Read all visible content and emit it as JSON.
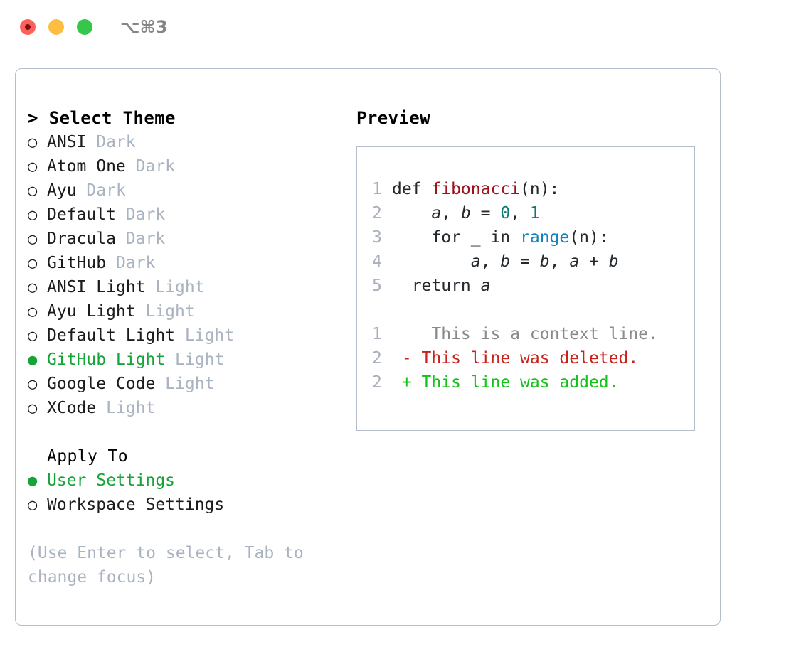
{
  "titlebar": {
    "shortcut": "⌥⌘3",
    "buttons": [
      {
        "name": "close",
        "color": "#FC6058"
      },
      {
        "name": "minimize",
        "color": "#FDBD41"
      },
      {
        "name": "maximize",
        "color": "#34C749"
      }
    ]
  },
  "colors": {
    "accent_green": "#16A338",
    "muted": "#AAB3C0",
    "border": "#B4BECB",
    "code_function": "#A0111C",
    "code_number": "#0C7C72",
    "code_builtin": "#1184C0",
    "diff_context": "#8A8A8A",
    "diff_deleted": "#C8221B",
    "diff_added": "#12C217"
  },
  "theme_picker": {
    "caret": ">",
    "header": "Select Theme",
    "marker_off": "○",
    "marker_on": "●",
    "options": [
      {
        "label": "ANSI",
        "badge": "Dark",
        "selected": false
      },
      {
        "label": "Atom One",
        "badge": "Dark",
        "selected": false
      },
      {
        "label": "Ayu",
        "badge": "Dark",
        "selected": false
      },
      {
        "label": "Default",
        "badge": "Dark",
        "selected": false
      },
      {
        "label": "Dracula",
        "badge": "Dark",
        "selected": false
      },
      {
        "label": "GitHub",
        "badge": "Dark",
        "selected": false
      },
      {
        "label": "ANSI Light",
        "badge": "Light",
        "selected": false
      },
      {
        "label": "Ayu Light",
        "badge": "Light",
        "selected": false
      },
      {
        "label": "Default Light",
        "badge": "Light",
        "selected": false
      },
      {
        "label": "GitHub Light",
        "badge": "Light",
        "selected": true
      },
      {
        "label": "Google Code",
        "badge": "Light",
        "selected": false
      },
      {
        "label": "XCode",
        "badge": "Light",
        "selected": false
      }
    ]
  },
  "apply_to": {
    "header": "Apply To",
    "options": [
      {
        "label": "User Settings",
        "selected": true
      },
      {
        "label": "Workspace Settings",
        "selected": false
      }
    ]
  },
  "hint": "(Use Enter to select, Tab to change focus)",
  "preview": {
    "title": "Preview",
    "code_lines": [
      {
        "n": "1",
        "segments": [
          {
            "t": "def ",
            "c": "kw"
          },
          {
            "t": "fibonacci",
            "c": "fn"
          },
          {
            "t": "(n):",
            "c": "plain"
          }
        ]
      },
      {
        "n": "2",
        "segments": [
          {
            "t": "    ",
            "c": "plain"
          },
          {
            "t": "a",
            "c": "var"
          },
          {
            "t": ", ",
            "c": "plain"
          },
          {
            "t": "b",
            "c": "var"
          },
          {
            "t": " = ",
            "c": "plain"
          },
          {
            "t": "0",
            "c": "num"
          },
          {
            "t": ", ",
            "c": "plain"
          },
          {
            "t": "1",
            "c": "num"
          }
        ]
      },
      {
        "n": "3",
        "segments": [
          {
            "t": "    for _ in ",
            "c": "kw"
          },
          {
            "t": "range",
            "c": "bi"
          },
          {
            "t": "(n):",
            "c": "plain"
          }
        ]
      },
      {
        "n": "4",
        "segments": [
          {
            "t": "        ",
            "c": "plain"
          },
          {
            "t": "a",
            "c": "var"
          },
          {
            "t": ", ",
            "c": "plain"
          },
          {
            "t": "b",
            "c": "var"
          },
          {
            "t": " = ",
            "c": "plain"
          },
          {
            "t": "b",
            "c": "var"
          },
          {
            "t": ", ",
            "c": "plain"
          },
          {
            "t": "a",
            "c": "var"
          },
          {
            "t": " + ",
            "c": "plain"
          },
          {
            "t": "b",
            "c": "var"
          }
        ]
      },
      {
        "n": "5",
        "segments": [
          {
            "t": "  return ",
            "c": "kw"
          },
          {
            "t": "a",
            "c": "var"
          }
        ]
      }
    ],
    "diff_lines": [
      {
        "n": "1",
        "sign": " ",
        "text": "  This is a context line.",
        "kind": "ctx"
      },
      {
        "n": "2",
        "sign": "-",
        "text": " This line was deleted.",
        "kind": "del"
      },
      {
        "n": "2",
        "sign": "+",
        "text": " This line was added.",
        "kind": "add"
      }
    ]
  }
}
